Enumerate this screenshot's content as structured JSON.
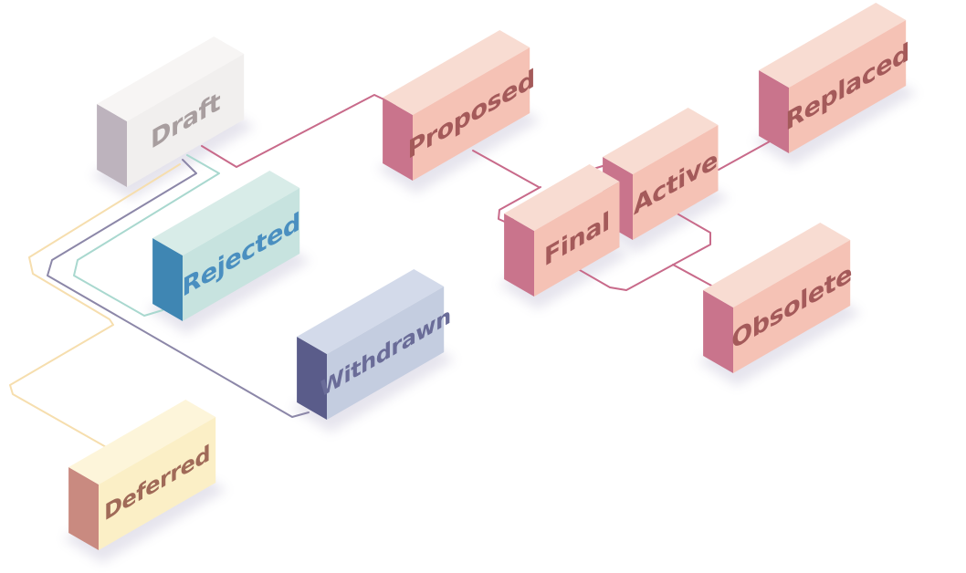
{
  "diagram": {
    "nodes": [
      {
        "id": "draft",
        "label": "Draft",
        "colors": {
          "front": "#f1efee",
          "side": "#bdb3bd",
          "top": "#f7f5f4",
          "text": "#a89e9f"
        }
      },
      {
        "id": "rejected",
        "label": "Rejected",
        "colors": {
          "front": "#c7e3df",
          "side": "#3f86b3",
          "top": "#d8ece8",
          "text": "#4a8fc0"
        }
      },
      {
        "id": "withdrawn",
        "label": "Withdrawn",
        "colors": {
          "front": "#c4cde0",
          "side": "#5a5c8a",
          "top": "#d3daea",
          "text": "#6a6c98"
        }
      },
      {
        "id": "deferred",
        "label": "Deferred",
        "colors": {
          "front": "#fbefc6",
          "side": "#c98a80",
          "top": "#fdf5da",
          "text": "#a06a58"
        }
      },
      {
        "id": "proposed",
        "label": "Proposed",
        "colors": {
          "front": "#f5c2b5",
          "side": "#c9748c",
          "top": "#f8dcd2",
          "text": "#a45a5a"
        }
      },
      {
        "id": "active",
        "label": "Active",
        "colors": {
          "front": "#f5c2b5",
          "side": "#c9748c",
          "top": "#f8dcd2",
          "text": "#a45a5a"
        }
      },
      {
        "id": "final",
        "label": "Final",
        "colors": {
          "front": "#f5c2b5",
          "side": "#c9748c",
          "top": "#f8dcd2",
          "text": "#a45a5a"
        }
      },
      {
        "id": "replaced",
        "label": "Replaced",
        "colors": {
          "front": "#f5c2b5",
          "side": "#c9748c",
          "top": "#f8dcd2",
          "text": "#a45a5a"
        }
      },
      {
        "id": "obsolete",
        "label": "Obsolete",
        "colors": {
          "front": "#f5c2b5",
          "side": "#c9748c",
          "top": "#f8dcd2",
          "text": "#a45a5a"
        }
      }
    ],
    "edges": [
      {
        "from": "draft",
        "to": "proposed",
        "color": "#c86a8a"
      },
      {
        "from": "draft",
        "to": "rejected",
        "color": "#a9d8cf"
      },
      {
        "from": "draft",
        "to": "withdrawn",
        "color": "#8c87a8"
      },
      {
        "from": "draft",
        "to": "deferred",
        "color": "#f6deae"
      },
      {
        "from": "proposed",
        "to": "final",
        "color": "#c86a8a"
      },
      {
        "from": "final",
        "to": "active",
        "color": "#c86a8a"
      },
      {
        "from": "active",
        "to": "final",
        "color": "#c86a8a"
      },
      {
        "from": "active",
        "to": "replaced",
        "color": "#c86a8a"
      },
      {
        "from": "final",
        "to": "obsolete",
        "color": "#c86a8a"
      }
    ]
  }
}
